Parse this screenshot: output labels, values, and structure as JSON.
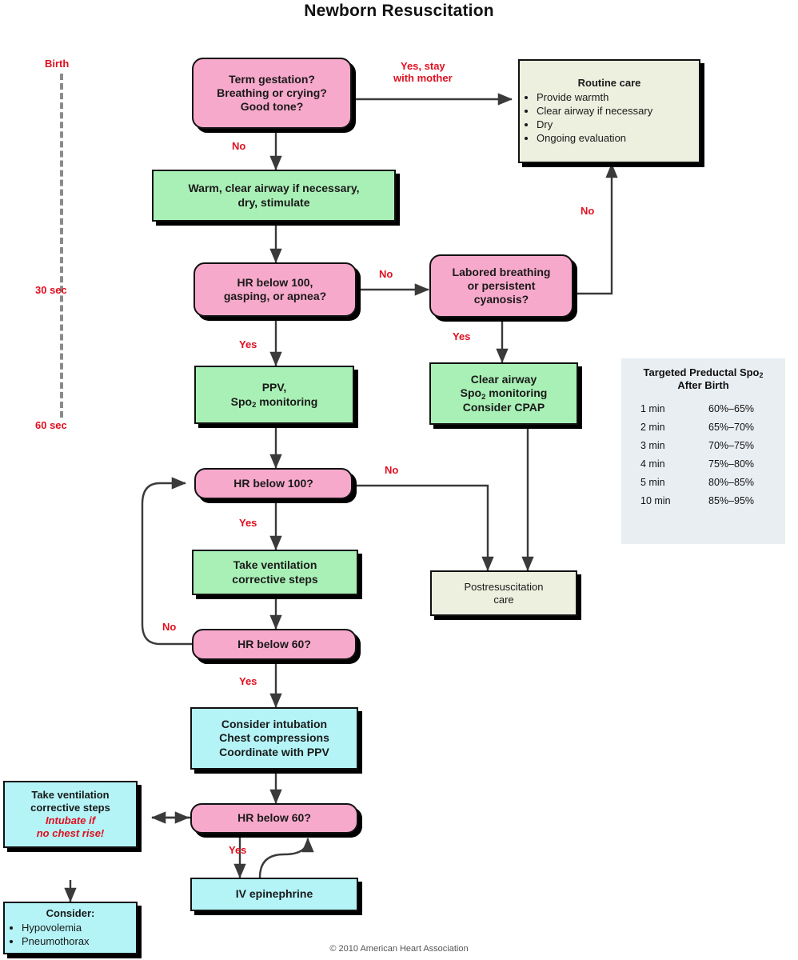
{
  "title": "Newborn Resuscitation",
  "copyright": "© 2010 American Heart Association",
  "timeline": {
    "birth": "Birth",
    "sec30": "30 sec",
    "sec60": "60 sec"
  },
  "nodes": {
    "term_gestation": "Term gestation?\nBreathing or crying?\nGood tone?",
    "term_gestation_l1": "Term gestation?",
    "term_gestation_l2": "Breathing or crying?",
    "term_gestation_l3": "Good tone?",
    "routine_care_title": "Routine care",
    "routine_care_items": [
      "Provide warmth",
      "Clear airway if necessary",
      "Dry",
      "Ongoing evaluation"
    ],
    "warm_clear_l1": "Warm, clear airway if necessary,",
    "warm_clear_l2": "dry, stimulate",
    "hr100_gasping_l1": "HR below 100,",
    "hr100_gasping_l2": "gasping, or apnea?",
    "labored_l1": "Labored breathing",
    "labored_l2": "or persistent",
    "labored_l3": "cyanosis?",
    "ppv_l1": "PPV,",
    "ppv_l2_a": "Spo",
    "ppv_l2_sub": "2",
    "ppv_l2_b": " monitoring",
    "clear_airway_l1": "Clear airway",
    "clear_airway_l2_a": "Spo",
    "clear_airway_l2_sub": "2",
    "clear_airway_l2_b": " monitoring",
    "clear_airway_l3": "Consider CPAP",
    "hr_below_100": "HR below 100?",
    "take_vent_l1": "Take ventilation",
    "take_vent_l2": "corrective steps",
    "hr_below_60_a": "HR below 60?",
    "postresus_l1": "Postresuscitation",
    "postresus_l2": "care",
    "intubation_l1": "Consider intubation",
    "intubation_l2": "Chest compressions",
    "intubation_l3": "Coordinate with PPV",
    "hr_below_60_b": "HR below 60?",
    "iv_epinephrine": "IV epinephrine",
    "left_vent_l1": "Take ventilation",
    "left_vent_l2": "corrective steps",
    "left_vent_l3": "Intubate if",
    "left_vent_l4": "no chest rise!",
    "consider_title": "Consider:",
    "consider_items": [
      "Hypovolemia",
      "Pneumothorax"
    ]
  },
  "labels": {
    "yes_stay_l1": "Yes, stay",
    "yes_stay_l2": "with mother",
    "no_1": "No",
    "no_2": "No",
    "no_3": "No",
    "no_4": "No",
    "no_5": "No",
    "yes_1": "Yes",
    "yes_2": "Yes",
    "yes_3": "Yes",
    "yes_4": "Yes",
    "yes_5": "Yes"
  },
  "spo2_panel": {
    "heading_a": "Targeted Preductal Spo",
    "heading_sub": "2",
    "heading_b": "",
    "heading_line2": "After Birth",
    "rows": [
      {
        "time": "1 min",
        "range": "60%–65%"
      },
      {
        "time": "2 min",
        "range": "65%–70%"
      },
      {
        "time": "3 min",
        "range": "70%–75%"
      },
      {
        "time": "4 min",
        "range": "75%–80%"
      },
      {
        "time": "5 min",
        "range": "80%–85%"
      },
      {
        "time": "10 min",
        "range": "85%–95%"
      }
    ]
  },
  "colors": {
    "decision_pink": "#f7a9cb",
    "action_green": "#a9f0b6",
    "blue": "#b4f4f7",
    "cream": "#edefdf",
    "label_red": "#e01020",
    "panel_bg": "#e9eef2",
    "line": "#3a3a3a"
  }
}
